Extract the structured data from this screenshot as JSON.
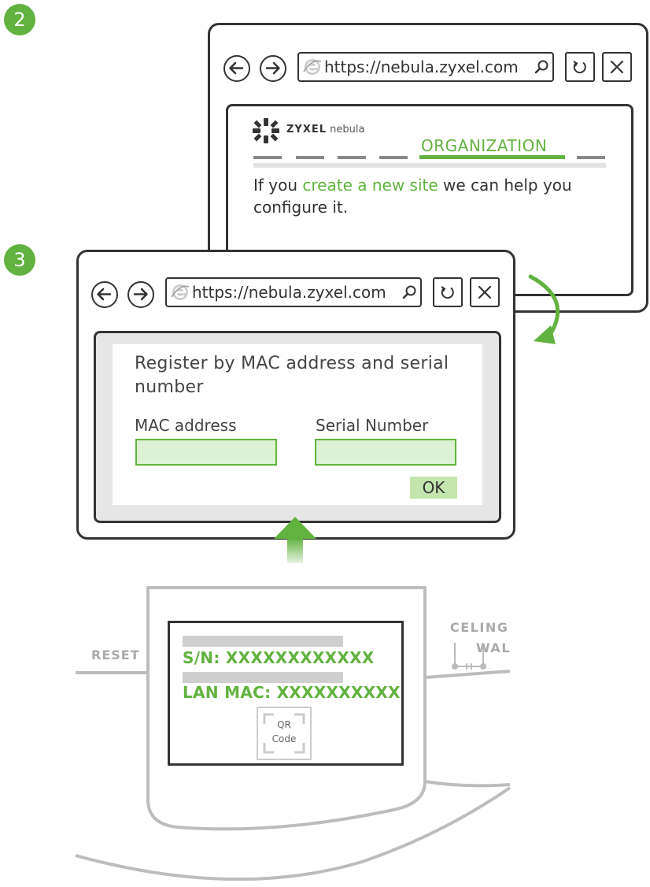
{
  "steps": [
    "2",
    "3"
  ],
  "window_back": {
    "url": "https://nebula.zyxel.com",
    "brand": "ZYXEL",
    "brand_sub": "nebula",
    "active_tab": "ORGANIZATION",
    "message_pre": "If you ",
    "message_link": "create a new site",
    "message_post": " we can help you configure it."
  },
  "window_front": {
    "url": "https://nebula.zyxel.com",
    "heading": "Register by MAC address and serial number",
    "mac_label": "MAC address",
    "serial_label": "Serial Number",
    "ok_label": "OK"
  },
  "device": {
    "reset_label": "RESET",
    "ceiling_label": "CELING",
    "wall_label": "WAL",
    "sn_text": "S/N: XXXXXXXXXXXX",
    "mac_text": "LAN MAC: XXXXXXXXXX",
    "qr_line1": "QR",
    "qr_line2": "Code"
  },
  "colors": {
    "accent": "#62b23f",
    "outline": "#333333",
    "field_fill": "#ddf2d3",
    "panel_gray": "#e6e6e6"
  }
}
